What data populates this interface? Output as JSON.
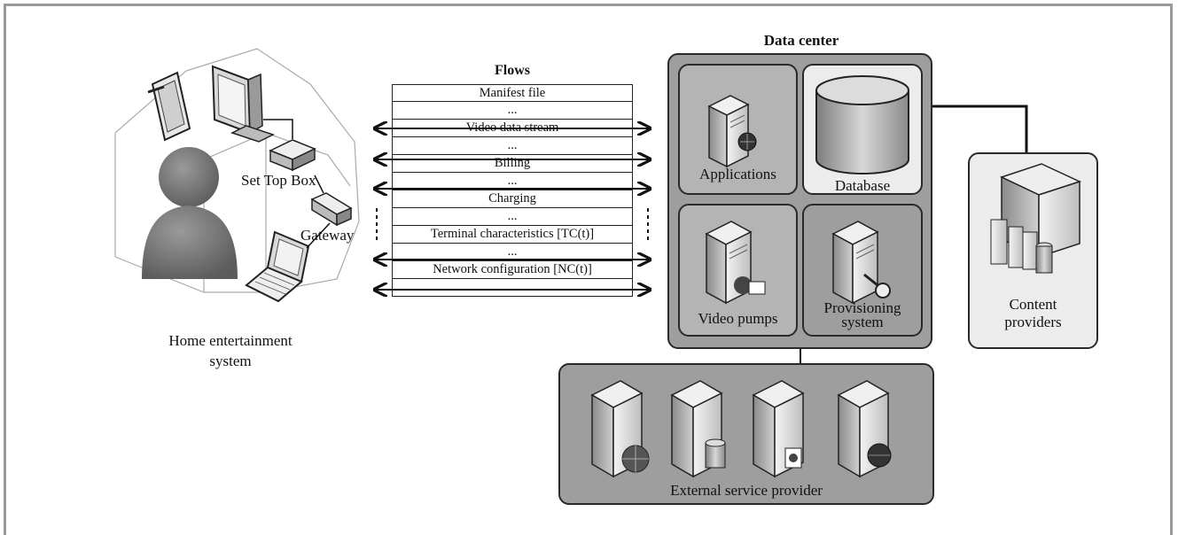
{
  "home": {
    "label_line1": "Home entertainment",
    "label_line2": "system",
    "set_top_box": "Set Top Box",
    "gateway": "Gateway"
  },
  "flows": {
    "title": "Flows",
    "rows": [
      "Manifest file",
      "...",
      "Video data stream",
      "...",
      "Billing",
      "...",
      "Charging",
      "...",
      "Terminal characteristics [TC(t)]",
      "...",
      "Network configuration [NC(t)]",
      "..."
    ]
  },
  "data_center": {
    "title": "Data center",
    "applications": "Applications",
    "database": "Database",
    "video_pumps": "Video pumps",
    "provisioning_line1": "Provisioning",
    "provisioning_line2": "system"
  },
  "content_providers": {
    "line1": "Content",
    "line2": "providers"
  },
  "external": {
    "label": "External service provider"
  },
  "colors": {
    "panel_dark": "#9e9e9e",
    "panel_mid": "#b4b4b4",
    "panel_light": "#ececec",
    "border": "#2a2a2a"
  },
  "icons": [
    "person-icon",
    "tablet-icon",
    "monitor-icon",
    "set-top-box-icon",
    "gateway-router-icon",
    "laptop-icon",
    "server-icon",
    "database-cylinder-icon",
    "server-cluster-icon",
    "globe-icon",
    "key-icon",
    "book-icon",
    "certificate-icon"
  ]
}
